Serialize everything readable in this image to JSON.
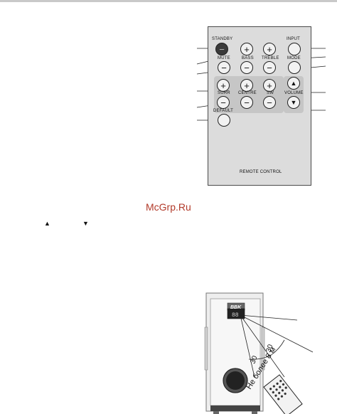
{
  "remote": {
    "standby": "STANDBY",
    "input": "INPUT",
    "bass": "BASS",
    "treble": "TREBLE",
    "mute": "MUTE",
    "mode": "MODE",
    "surr": "SURR",
    "centre": "CENTRE",
    "sw": "SW",
    "volume": "VOLUME",
    "default": "DEFAULT",
    "caption": "REMOTE CONTROL"
  },
  "watermark": "McGrp.Ru",
  "arrows": {
    "up": "▲",
    "down": "▼"
  },
  "speaker": {
    "brand": "BBK",
    "display": "88",
    "angle_left": "30",
    "angle_right": "30",
    "distance": "Не более 8 м"
  },
  "glyphs": {
    "plus": "+",
    "minus": "−",
    "up": "▲",
    "down": "▼"
  }
}
